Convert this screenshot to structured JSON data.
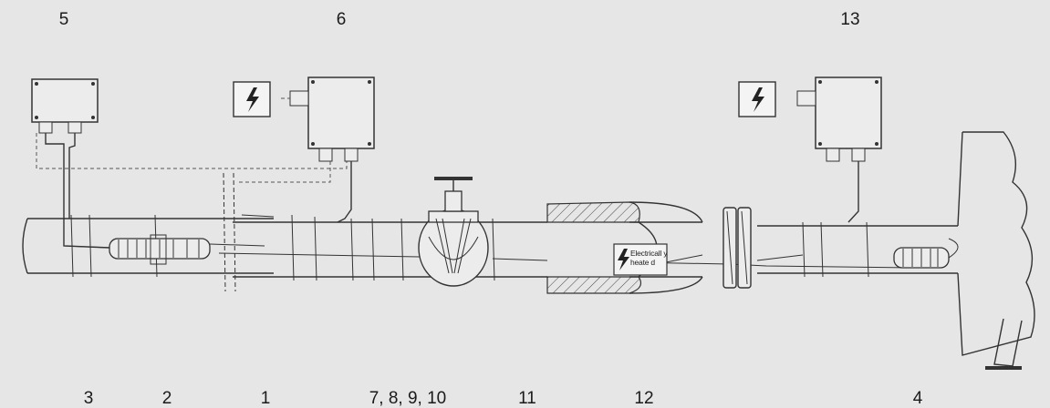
{
  "callouts": {
    "top": [
      "5",
      "6",
      "13"
    ],
    "bottom": [
      "3",
      "2",
      "1",
      "7, 8, 9, 10",
      "11",
      "12",
      "4"
    ]
  },
  "warning_sign": {
    "line1": "Electricall   y",
    "line2": "heate   d"
  },
  "colors": {
    "background": "#e6e6e6",
    "line": "#333333",
    "box_fill": "#ececec"
  },
  "icons": [
    "lightning-icon"
  ]
}
